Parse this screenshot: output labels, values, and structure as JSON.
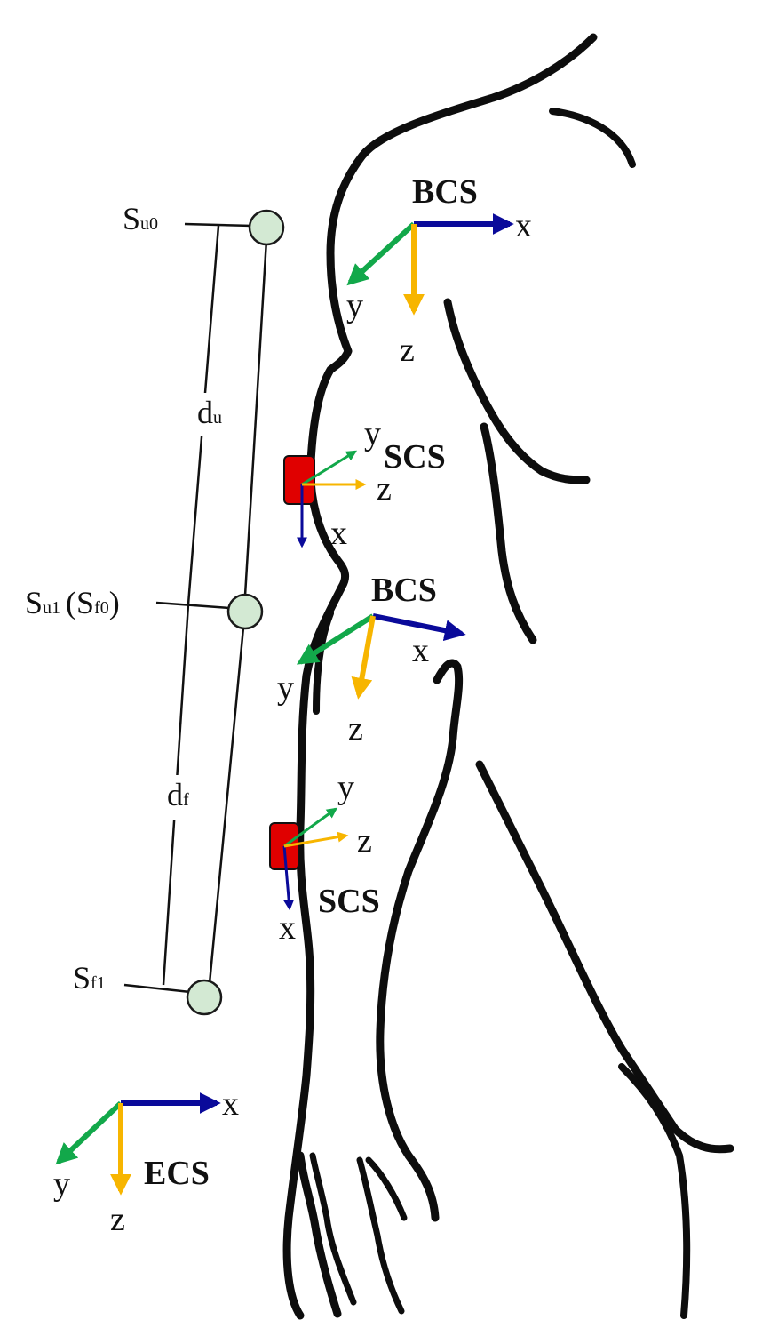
{
  "colors": {
    "axis_x": "#0a0a9a",
    "axis_y": "#12a84a",
    "axis_z": "#f7b500",
    "sensor": "#e00000",
    "marker_fill": "#d3e9d3",
    "outline": "#0d0d0d"
  },
  "markers": {
    "su0": {
      "main": "S",
      "sub": "u0"
    },
    "su1": {
      "main": "S",
      "sub": "u1",
      "paren_main": "S",
      "paren_sub": "f0"
    },
    "sf1": {
      "main": "S",
      "sub": "f1"
    }
  },
  "segments": {
    "du": {
      "main": "d",
      "sub": "u"
    },
    "df": {
      "main": "d",
      "sub": "f"
    }
  },
  "frames": {
    "bcs_upper": {
      "label": "BCS",
      "x": "x",
      "y": "y",
      "z": "z"
    },
    "scs_upper": {
      "label": "SCS",
      "x": "x",
      "y": "y",
      "z": "z"
    },
    "bcs_lower": {
      "label": "BCS",
      "x": "x",
      "y": "y",
      "z": "z"
    },
    "scs_lower": {
      "label": "SCS",
      "x": "x",
      "y": "y",
      "z": "z"
    },
    "ecs": {
      "label": "ECS",
      "x": "x",
      "y": "y",
      "z": "z"
    }
  }
}
